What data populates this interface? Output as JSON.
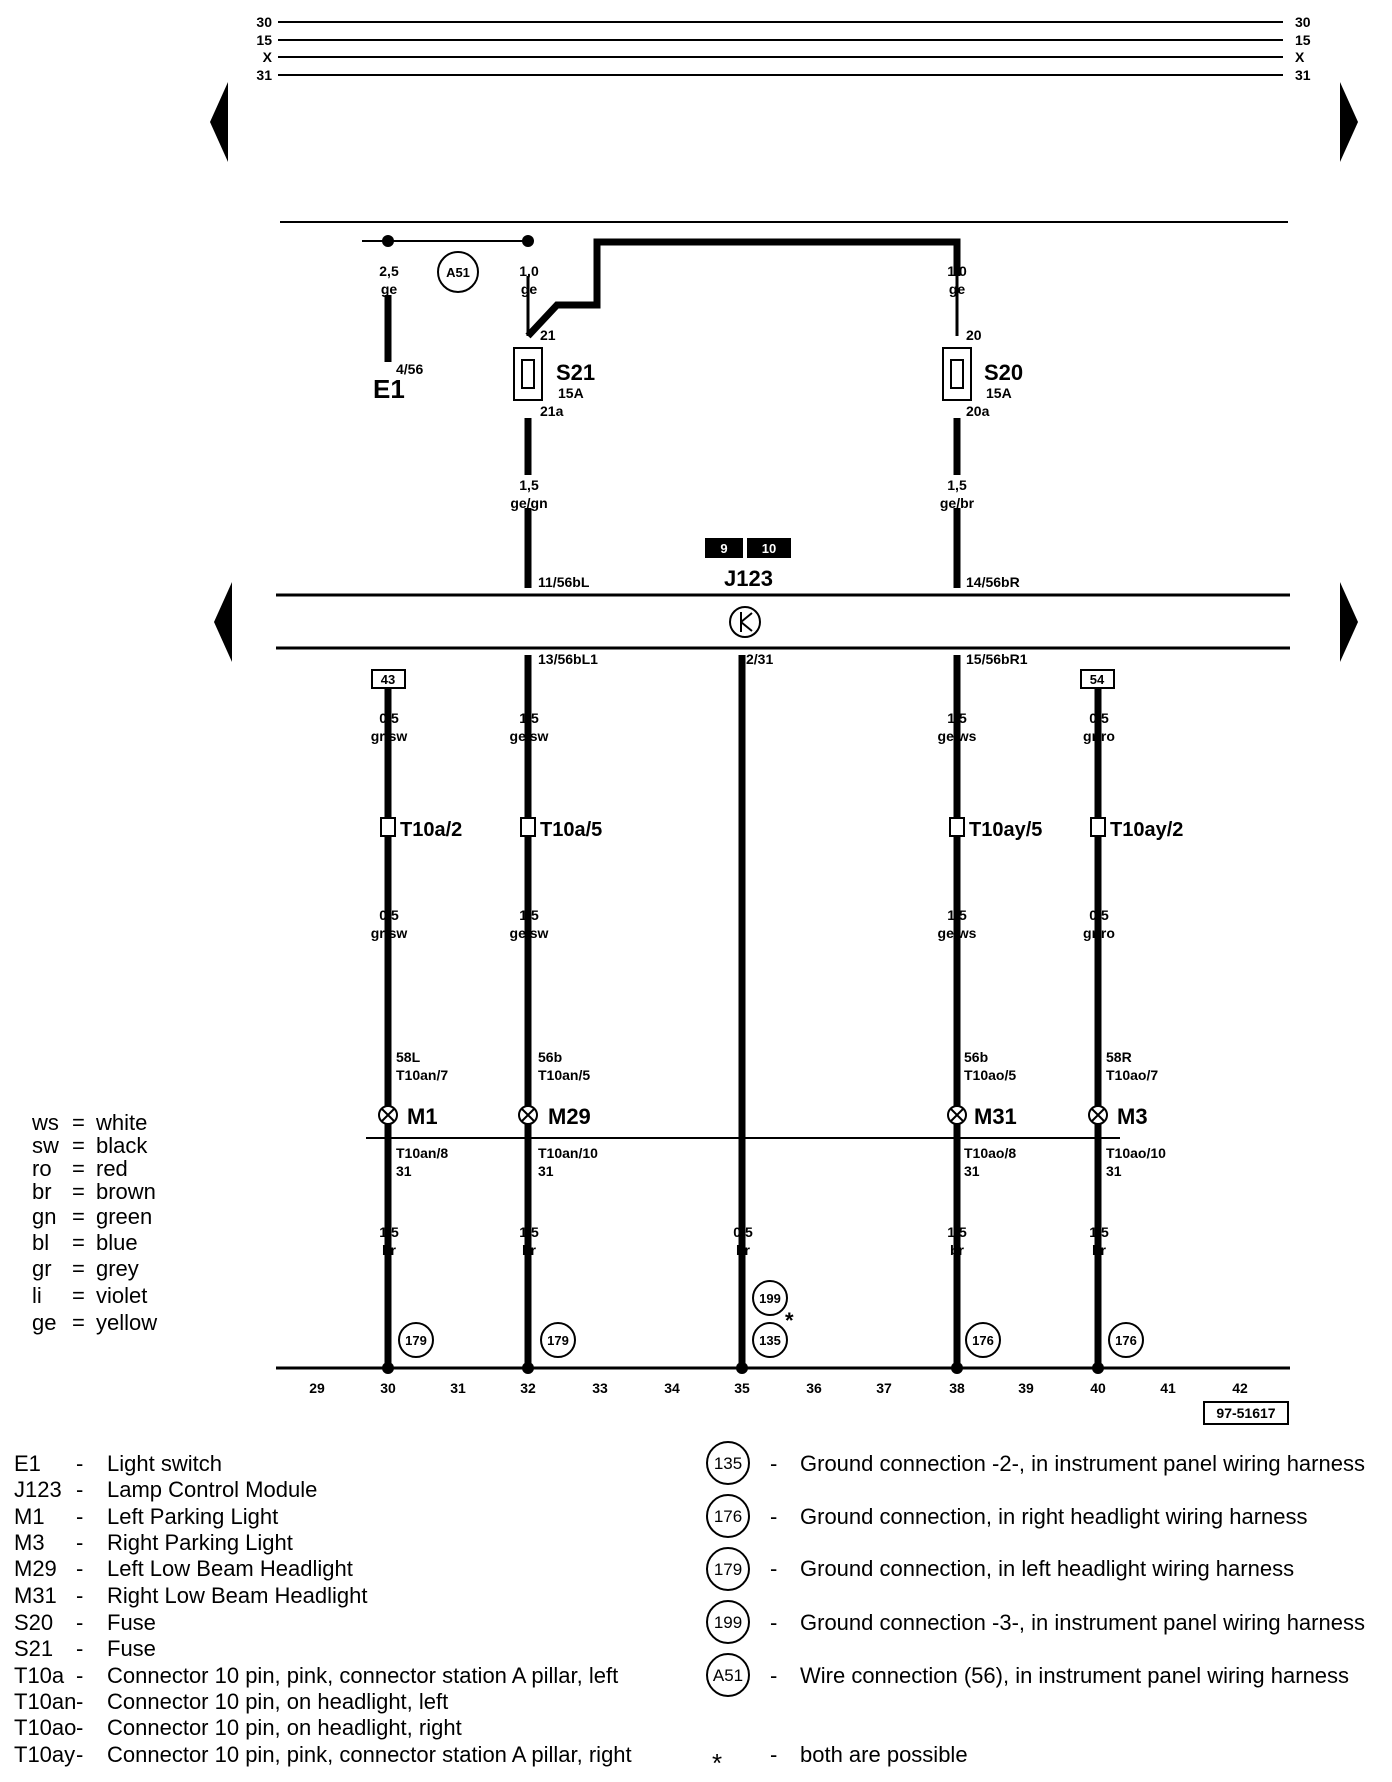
{
  "rails": {
    "labels": [
      "30",
      "15",
      "X",
      "31"
    ]
  },
  "wire_connection": "A51",
  "fuses": [
    {
      "id": "S21",
      "rating": "15A",
      "pin_in": "21",
      "pin_out": "21a"
    },
    {
      "id": "S20",
      "rating": "15A",
      "pin_in": "20",
      "pin_out": "20a"
    }
  ],
  "switch_e1": {
    "id": "E1",
    "pin": "4/56"
  },
  "wire_specs": {
    "e1": {
      "gauge": "2,5",
      "color": "ge"
    },
    "s21_in": {
      "gauge": "1,0",
      "color": "ge"
    },
    "s20_in": {
      "gauge": "1,0",
      "color": "ge"
    },
    "s21_out": {
      "gauge": "1,5",
      "color": "ge/gn"
    },
    "s20_out": {
      "gauge": "1,5",
      "color": "ge/br"
    },
    "w30a": {
      "gauge": "0,5",
      "color": "gr/sw"
    },
    "w30b": {
      "gauge": "0,5",
      "color": "gr/sw"
    },
    "w30c": {
      "gauge": "1,5",
      "color": "br"
    },
    "w32a": {
      "gauge": "1,5",
      "color": "ge/sw"
    },
    "w32b": {
      "gauge": "1,5",
      "color": "ge/sw"
    },
    "w32c": {
      "gauge": "1,5",
      "color": "br"
    },
    "w35": {
      "gauge": "0,5",
      "color": "br"
    },
    "w38a": {
      "gauge": "1,5",
      "color": "ge/ws"
    },
    "w38b": {
      "gauge": "1,5",
      "color": "ge/ws"
    },
    "w38c": {
      "gauge": "1,5",
      "color": "br"
    },
    "w40a": {
      "gauge": "0,5",
      "color": "gr/ro"
    },
    "w40b": {
      "gauge": "0,5",
      "color": "gr/ro"
    },
    "w40c": {
      "gauge": "1,5",
      "color": "br"
    }
  },
  "module": {
    "id": "J123",
    "pins_top": [
      "11/56bL",
      "14/56bR"
    ],
    "pins_bottom": [
      "13/56bL1",
      "2/31",
      "15/56bR1"
    ],
    "ref_boxes": [
      "9",
      "10"
    ]
  },
  "ref_boxes": [
    "43",
    "54"
  ],
  "connectors": [
    "T10a/2",
    "T10a/5",
    "T10ay/5",
    "T10ay/2"
  ],
  "lamps": [
    {
      "id": "M1",
      "top_pin": "58L",
      "top_conn": "T10an/7",
      "bot_conn": "T10an/8",
      "bot_pin": "31"
    },
    {
      "id": "M29",
      "top_pin": "56b",
      "top_conn": "T10an/5",
      "bot_conn": "T10an/10",
      "bot_pin": "31"
    },
    {
      "id": "M31",
      "top_pin": "56b",
      "top_conn": "T10ao/5",
      "bot_conn": "T10ao/8",
      "bot_pin": "31"
    },
    {
      "id": "M3",
      "top_pin": "58R",
      "top_conn": "T10ao/7",
      "bot_conn": "T10ao/10",
      "bot_pin": "31"
    }
  ],
  "grounds": [
    "179",
    "179",
    "199",
    "135",
    "176",
    "176"
  ],
  "asterisk": "*",
  "track_numbers": [
    "29",
    "30",
    "31",
    "32",
    "33",
    "34",
    "35",
    "36",
    "37",
    "38",
    "39",
    "40",
    "41",
    "42"
  ],
  "diagram_id": "97-51617",
  "color_legend": [
    {
      "code": "ws",
      "name": "white"
    },
    {
      "code": "sw",
      "name": "black"
    },
    {
      "code": "ro",
      "name": "red"
    },
    {
      "code": "br",
      "name": "brown"
    },
    {
      "code": "gn",
      "name": "green"
    },
    {
      "code": "bl",
      "name": "blue"
    },
    {
      "code": "gr",
      "name": "grey"
    },
    {
      "code": "li",
      "name": "violet"
    },
    {
      "code": "ge",
      "name": "yellow"
    }
  ],
  "component_legend": [
    {
      "code": "E1",
      "desc": "Light switch"
    },
    {
      "code": "J123",
      "desc": "Lamp Control Module"
    },
    {
      "code": "M1",
      "desc": "Left Parking Light"
    },
    {
      "code": "M3",
      "desc": "Right Parking Light"
    },
    {
      "code": "M29",
      "desc": "Left Low Beam Headlight"
    },
    {
      "code": "M31",
      "desc": "Right Low Beam Headlight"
    },
    {
      "code": "S20",
      "desc": "Fuse"
    },
    {
      "code": "S21",
      "desc": "Fuse"
    },
    {
      "code": "T10a",
      "desc": "Connector 10 pin, pink, connector station A pillar, left"
    },
    {
      "code": "T10an",
      "desc": "Connector 10 pin, on headlight, left"
    },
    {
      "code": "T10ao",
      "desc": "Connector 10 pin, on headlight, right"
    },
    {
      "code": "T10ay",
      "desc": "Connector 10 pin, pink, connector station A pillar, right"
    }
  ],
  "ground_legend": [
    {
      "code": "135",
      "desc": "Ground connection -2-, in instrument panel wiring harness"
    },
    {
      "code": "176",
      "desc": "Ground connection, in right headlight wiring harness"
    },
    {
      "code": "179",
      "desc": "Ground connection, in left headlight wiring harness"
    },
    {
      "code": "199",
      "desc": "Ground connection -3-, in instrument panel wiring harness"
    },
    {
      "code": "A51",
      "desc": "Wire connection (56), in instrument panel wiring harness"
    },
    {
      "code": "*",
      "desc": "both are possible"
    }
  ],
  "dash": "-"
}
